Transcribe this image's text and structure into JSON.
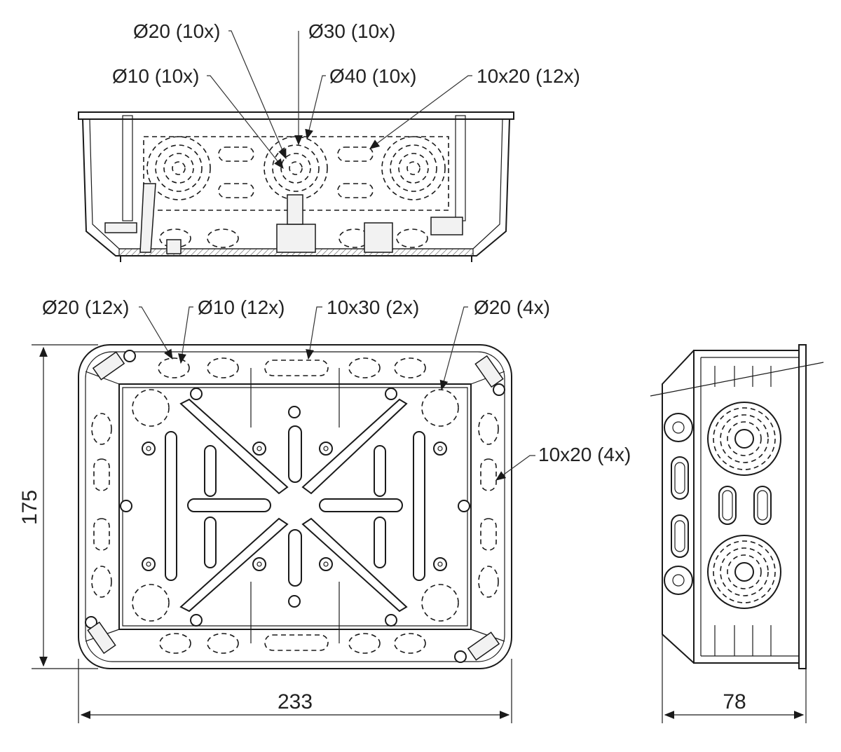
{
  "front_view": {
    "labels": {
      "d20": "Ø20 (10x)",
      "d30": "Ø30 (10x)",
      "d10": "Ø10 (10x)",
      "d40": "Ø40 (10x)",
      "slot": "10x20 (12x)"
    }
  },
  "top_view": {
    "labels": {
      "d20": "Ø20 (12x)",
      "d10": "Ø10 (12x)",
      "slot30": "10x30 (2x)",
      "d20_4": "Ø20 (4x)",
      "slot20": "10x20 (4x)"
    },
    "dims": {
      "height": "175",
      "width": "233"
    }
  },
  "side_view": {
    "dims": {
      "depth": "78"
    }
  }
}
